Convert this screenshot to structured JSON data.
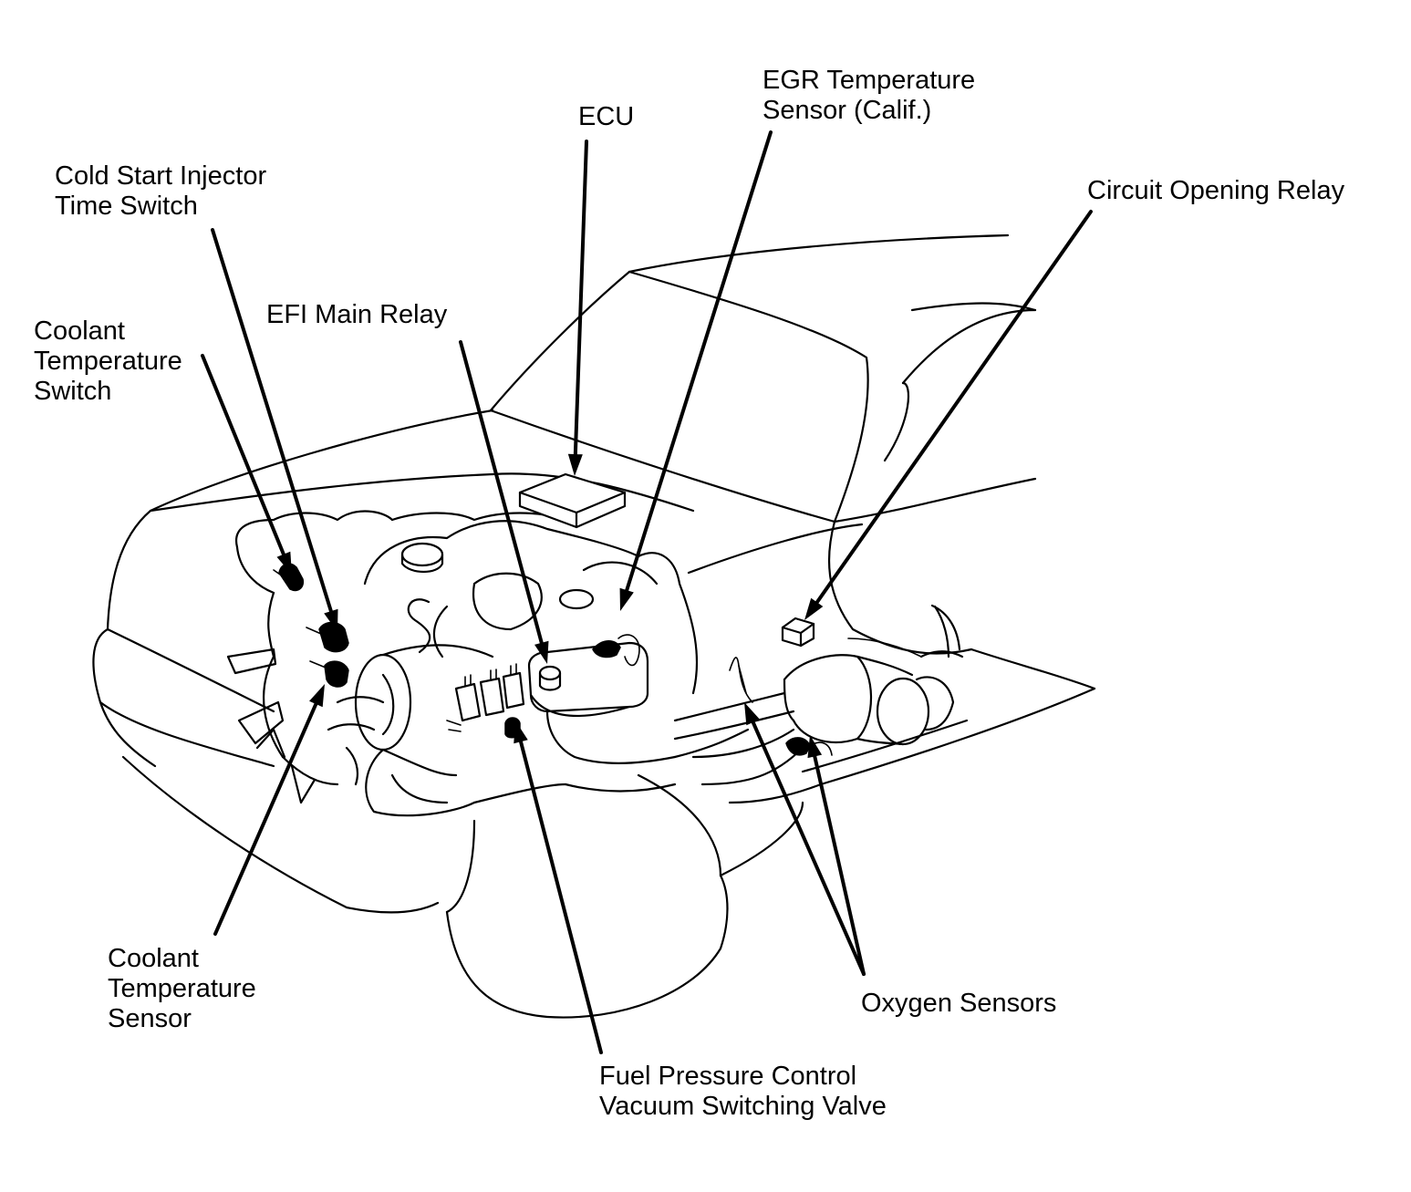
{
  "diagram": {
    "labels": {
      "cold_start": [
        "Cold Start Injector",
        "Time Switch"
      ],
      "coolant_switch": [
        "Coolant",
        "Temperature",
        "Switch"
      ],
      "efi_relay": [
        "EFI Main Relay"
      ],
      "ecu": [
        "ECU"
      ],
      "egr_sensor": [
        "EGR Temperature",
        "Sensor (Calif.)"
      ],
      "circuit_relay": [
        "Circuit Opening Relay"
      ],
      "coolant_sensor": [
        "Coolant",
        "Temperature",
        "Sensor"
      ],
      "fuel_vsv": [
        "Fuel Pressure Control",
        "Vacuum Switching Valve"
      ],
      "oxygen_sensors": [
        "Oxygen Sensors"
      ]
    }
  }
}
